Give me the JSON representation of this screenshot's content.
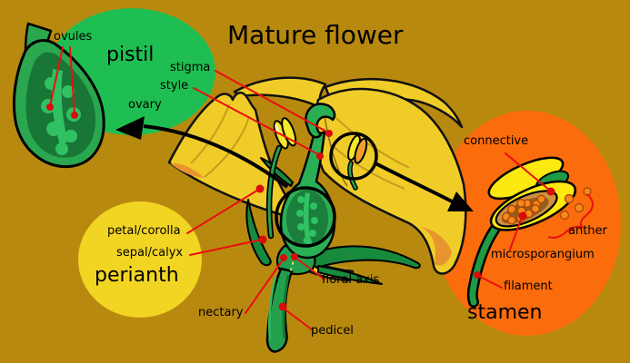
{
  "title": "Mature flower",
  "colors": {
    "background": "#b8890f",
    "pistil_bubble": "#1fbe52",
    "perianth_bubble": "#f2d522",
    "stamen_bubble": "#fb6c0c",
    "petal": "#f0cc28",
    "leader_red": "#e90f0f",
    "dot_red": "#d90b0b",
    "outline": "#000000"
  },
  "sections": {
    "pistil": {
      "title": "pistil",
      "labels": {
        "ovules": "ovules",
        "stigma": "stigma",
        "style": "style",
        "ovary": "ovary"
      }
    },
    "perianth": {
      "title": "perianth",
      "labels": {
        "petal_corolla": "petal/corolla",
        "sepal_calyx": "sepal/calyx"
      }
    },
    "stamen": {
      "title": "stamen",
      "labels": {
        "connective": "connective",
        "anther": "anther",
        "microsporangium": "microsporangium",
        "filament": "filament"
      }
    },
    "axis": {
      "labels": {
        "floral_axis": "floral axis",
        "nectary": "nectary",
        "pedicel": "pedicel"
      }
    }
  }
}
